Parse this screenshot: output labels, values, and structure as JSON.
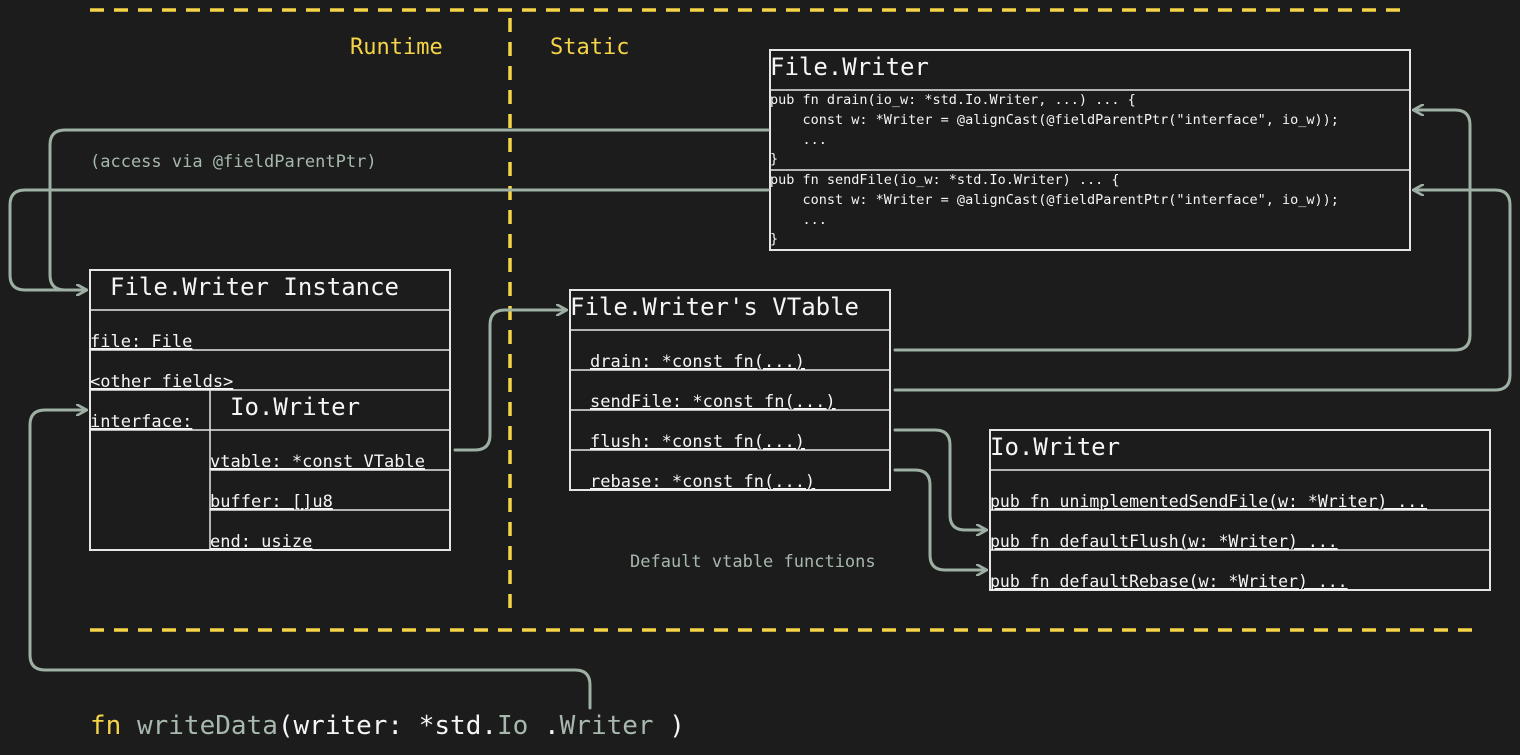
{
  "labels": {
    "runtime": "Runtime",
    "static": "Static",
    "access_note": "(access via @fieldParentPtr)",
    "default_note": "Default vtable functions"
  },
  "file_writer": {
    "title": "File.Writer",
    "drain_lines": [
      "pub fn drain(io_w: *std.Io.Writer, ...) ... {",
      "    const w: *Writer = @alignCast(@fieldParentPtr(\"interface\", io_w));",
      "    ...",
      "}"
    ],
    "sendfile_lines": [
      "pub fn sendFile(io_w: *std.Io.Writer) ... {",
      "    const w: *Writer = @alignCast(@fieldParentPtr(\"interface\", io_w));",
      "    ...",
      "}"
    ]
  },
  "instance": {
    "title": "File.Writer Instance",
    "file_field": "file: File",
    "other_fields": "<other fields>",
    "interface_label": "interface:",
    "io_writer_title": "Io.Writer",
    "vtable_field": "vtable: *const VTable",
    "buffer_field": "buffer: []u8",
    "end_field": "end: usize"
  },
  "vtable": {
    "title": "File.Writer's VTable",
    "entries": [
      "drain: *const fn(...)",
      "sendFile: *const fn(...)",
      "flush: *const fn(...)",
      "rebase: *const fn(...)"
    ]
  },
  "io_writer": {
    "title": "Io.Writer",
    "fns": [
      "pub fn unimplementedSendFile(w: *Writer) ...",
      "pub fn defaultFlush(w: *Writer) ...",
      "pub fn defaultRebase(w: *Writer) ..."
    ]
  },
  "signature": {
    "kw": "fn",
    "name": "writeData",
    "open": "(writer: *std.",
    "io": "Io",
    "dot": " .",
    "writer": "Writer",
    "close": " )"
  },
  "colors": {
    "background": "#1c1c1c",
    "accent_yellow": "#f5d547",
    "arrow_grey": "#9db0a3"
  }
}
